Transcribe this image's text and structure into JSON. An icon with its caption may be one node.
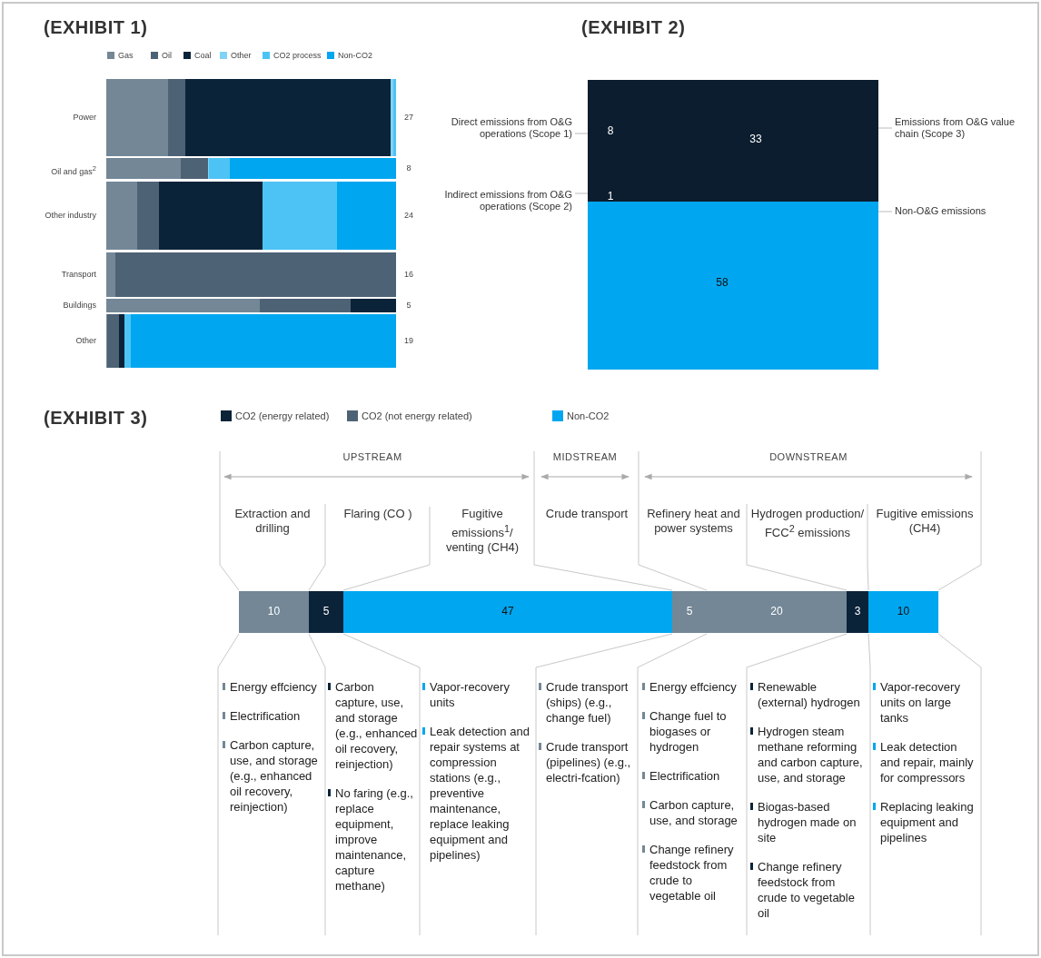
{
  "diagram": {
    "nodes": [
      {
        "text": [
          "Direct emissions from O&G operations (Scope 1)"
        ]
      },
      {
        "text": [
          "Indirect emissions from O&G operations (Scope 2)"
        ]
      },
      {
        "text": [
          "Emissions from O&G value chain (Scope 3)"
        ]
      },
      {
        "text": [
          "Non-O&G emissions"
        ]
      },
      {
        "text": [
          "8",
          "33",
          "1"
        ]
      },
      {
        "text": [
          "58"
        ]
      }
    ],
    "edges": [
      {
        "from": 0,
        "to": 4,
        "arrow": "none"
      },
      {
        "from": 1,
        "to": 4,
        "arrow": "none"
      },
      {
        "from": 2,
        "to": 4,
        "arrow": "none"
      },
      {
        "from": 3,
        "to": 5,
        "arrow": "none"
      }
    ],
    "labels": [
      "(EXHIBIT 1)",
      "(EXHIBIT 2)",
      "Power",
      "27",
      "Oil and gas$^{2}$",
      "8",
      "Other industry",
      "24",
      "Transport",
      "16",
      "Buildings",
      "5",
      "Other",
      "19",
      "(EXHIBIT 3)",
      "UPSTREAM",
      "MIDSTREAM",
      "DOWNSTREAM",
      "Extraction and drilling",
      "Flaring (CO )",
      "Fugitive emissions$^{1}$/ venting (CH4)",
      "Crude transport",
      "Refinery heat and power systems",
      "Hydrogen production/ FCC$^{2}$ emissions",
      "Fugitive emissions (CH4)",
      "10",
      "5",
      "47",
      "5",
      "20",
      "3",
      "10",
      "Energy effciency",
      "Electrification",
      "Carbon capture, use, and storage (e.g., enhanced oil recovery, reinjection)",
      "Carbon capture, use, and storage (e.g., enhanced oil recovery, reinjection)",
      "No faring (e.g., replace equipment, improve maintenance, capture methane)",
      "Vapor-recovery units",
      "Leak detection and repair systems at compression stations (e.g., preventive maintenance, replace leaking equipment and pipelines)",
      "Crude transport (ships) (e.g., change fuel)",
      "Crude transport (pipelines) (e.g., electri-fcation)",
      "Energy effciency",
      "Change fuel to biogases or hydrogen",
      "Electrification",
      "Carbon capture, use, and storage",
      "Change refinery feedstock from crude to vegetable oil",
      "Renewable (external) hydrogen",
      "Hydrogen steam methane reforming and carbon capture, use, and storage",
      "Biogas-based hydrogen made on site",
      "Change refinery feedstock from crude to vegetable oil",
      "Vapor-recovery units on large tanks",
      "Leak detection and repair, mainly for compressors",
      "Replacing leaking equipment and pipelines"
    ],
    "legend": [
      {
        "text": "Gas",
        "color": "#738796"
      },
      {
        "text": "Oil",
        "color": "#4e6275"
      },
      {
        "text": "Coal",
        "color": "#0b2339"
      },
      {
        "text": "Other",
        "color": "#7fd3f7"
      },
      {
        "text": "CO2 process",
        "color": "#4dc3f5"
      },
      {
        "text": "Non-CO2",
        "color": "#00a6ef"
      },
      {
        "text": "CO2 (energy related)",
        "color": "#0b2339"
      },
      {
        "text": "CO2 (not energy related)",
        "color": "#4e6275"
      },
      {
        "text": "Non-CO2",
        "color": "#00a6ef"
      }
    ]
  }
}
